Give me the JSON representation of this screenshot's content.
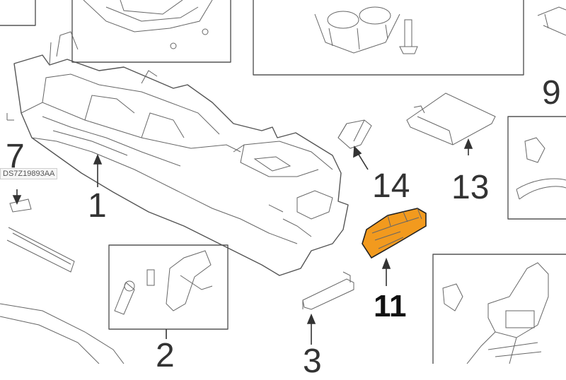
{
  "diagram": {
    "part_code": "DS7Z19893AA",
    "callouts": {
      "c1": "1",
      "c2": "2",
      "c3": "3",
      "c7": "7",
      "c9": "9",
      "c11": "11",
      "c13": "13",
      "c14": "14"
    },
    "highlight_color": "#f29a1e"
  }
}
